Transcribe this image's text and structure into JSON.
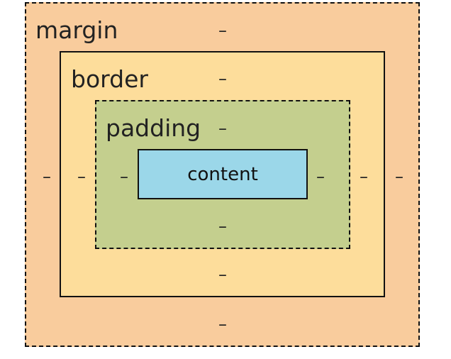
{
  "colors": {
    "margin_fill": "#F9CC9D",
    "border_fill": "#FDDD9B",
    "padding_fill": "#C4CF8E",
    "content_fill": "#9BD7E9",
    "outline": "#111111"
  },
  "layers": {
    "margin": {
      "label": "margin",
      "top": "–",
      "right": "–",
      "bottom": "–",
      "left": "–"
    },
    "border": {
      "label": "border",
      "top": "–",
      "right": "–",
      "bottom": "–",
      "left": "–"
    },
    "padding": {
      "label": "padding",
      "top": "–",
      "right": "–",
      "bottom": "–",
      "left": "–"
    },
    "content": {
      "label": "content"
    }
  }
}
